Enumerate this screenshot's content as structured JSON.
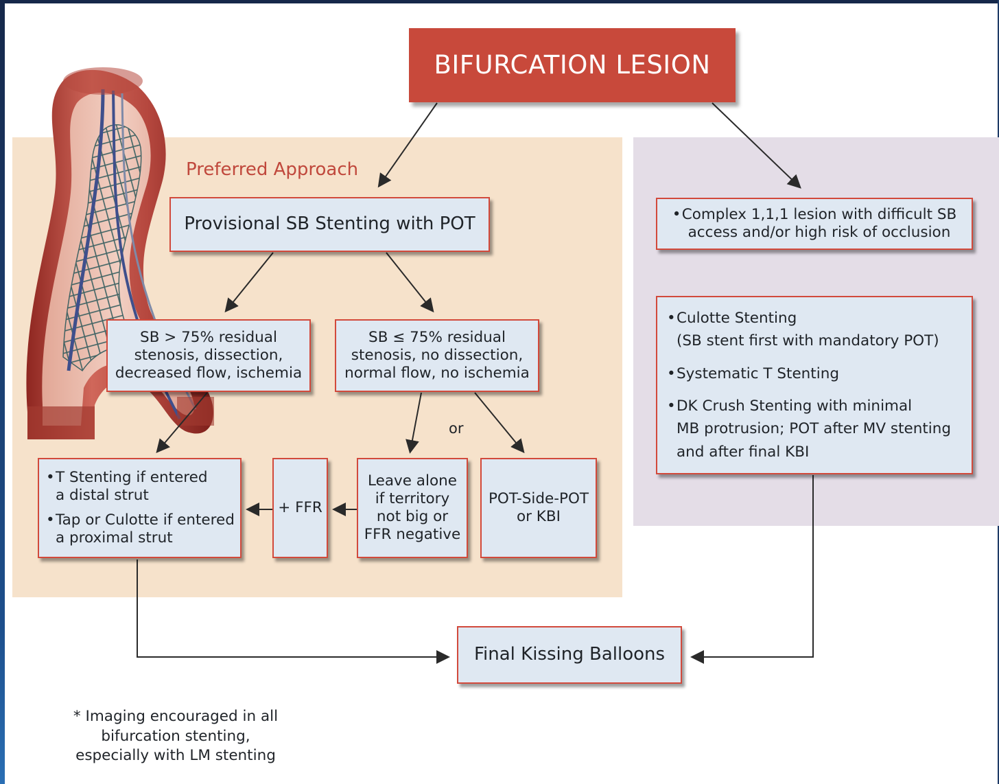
{
  "title": "BIFURCATION LESION",
  "preferred_label": "Preferred Approach",
  "provisional": "Provisional SB Stenting with POT",
  "sb_high": [
    "SB > 75% residual",
    "stenosis, dissection,",
    "decreased flow, ischemia"
  ],
  "sb_low": [
    "SB ≤ 75% residual",
    "stenosis, no dissection,",
    "normal flow, no ischemia"
  ],
  "or_label": "or",
  "t_stenting": [
    {
      "line1": "T Stenting if entered",
      "line2": "a distal strut"
    },
    {
      "line1": "Tap or Culotte if entered",
      "line2": "a proximal strut"
    }
  ],
  "ffr": "+ FFR",
  "leave_alone": [
    "Leave alone",
    "if territory",
    "not big or",
    "FFR negative"
  ],
  "pot_side_pot": [
    "POT-Side-POT",
    "or KBI"
  ],
  "complex": {
    "line1": "Complex 1,1,1 lesion with difficult SB",
    "line2": "access and/or high risk of occlusion"
  },
  "culotte": [
    {
      "line1": "Culotte Stenting",
      "line2": "(SB stent first with mandatory POT)"
    },
    {
      "line1": "Systematic T Stenting"
    },
    {
      "line1": "DK Crush Stenting with minimal",
      "line2": "MB protrusion; POT after MV stenting",
      "line3": "and after final KBI"
    }
  ],
  "kissing": "Final Kissing Balloons",
  "footnote": [
    "* Imaging encouraged in all",
    "bifurcation stenting,",
    "especially with LM stenting"
  ],
  "colors": {
    "title_fill": "#c8493b",
    "box_border": "#d2493b",
    "box_fill": "#dfe8f2",
    "left_panel": "#f6e2cb",
    "right_panel": "#e4dde7",
    "preferred_text": "#c0483c"
  }
}
